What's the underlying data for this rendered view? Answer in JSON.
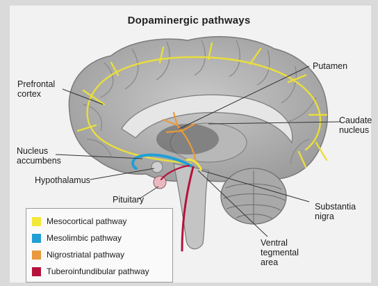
{
  "title": "Dopaminergic pathways",
  "labels": {
    "prefrontal_cortex": "Prefrontal\ncortex",
    "putamen": "Putamen",
    "caudate_nucleus": "Caudate\nnucleus",
    "nucleus_accumbens": "Nucleus\naccumbens",
    "hypothalamus": "Hypothalamus",
    "pituitary": "Pituitary",
    "substantia_nigra": "Substantia\nnigra",
    "ventral_tegmental_area": "Ventral\ntegmental\narea"
  },
  "legend": [
    {
      "label": "Mesocortical pathway",
      "color": "#f3e838"
    },
    {
      "label": "Mesolimbic pathway",
      "color": "#1f9fd6"
    },
    {
      "label": "Nigrostriatal pathway",
      "color": "#e89a3c"
    },
    {
      "label": "Tuberoinfundibular pathway",
      "color": "#b5123a"
    }
  ]
}
